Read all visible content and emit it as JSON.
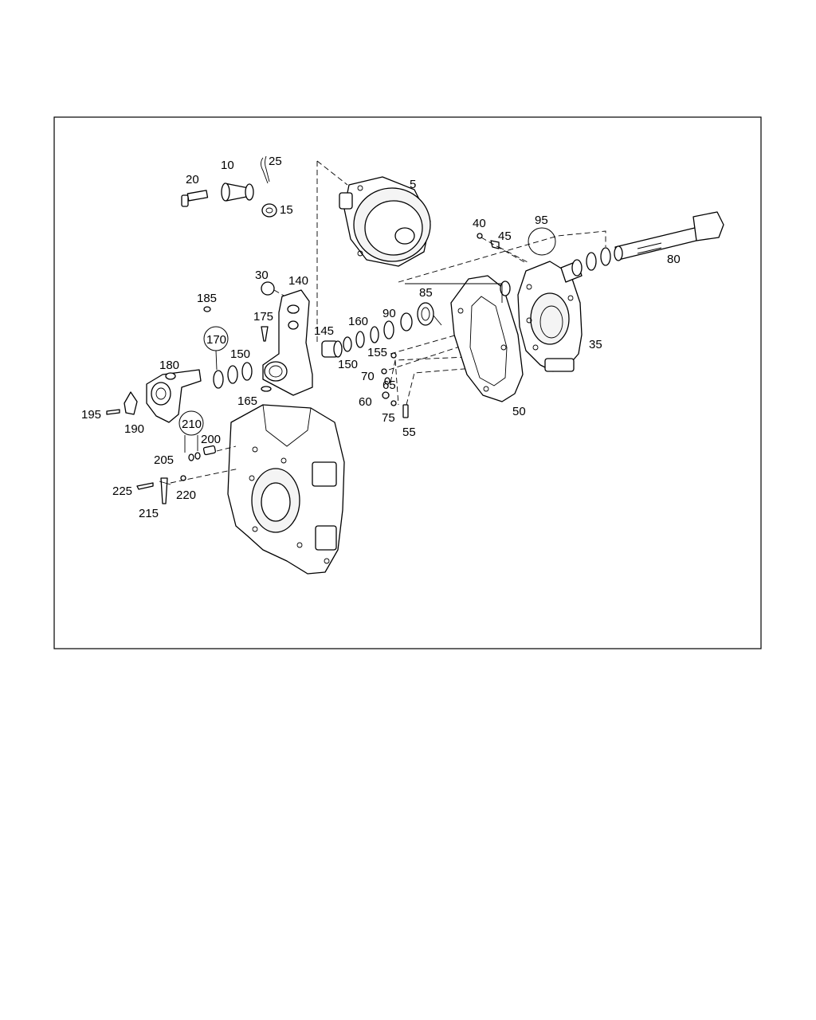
{
  "diagram": {
    "callouts": [
      {
        "id": "c5",
        "text": "5"
      },
      {
        "id": "c10",
        "text": "10"
      },
      {
        "id": "c15",
        "text": "15"
      },
      {
        "id": "c20",
        "text": "20"
      },
      {
        "id": "c25",
        "text": "25"
      },
      {
        "id": "c30",
        "text": "30"
      },
      {
        "id": "c35",
        "text": "35"
      },
      {
        "id": "c40",
        "text": "40"
      },
      {
        "id": "c45",
        "text": "45"
      },
      {
        "id": "c50",
        "text": "50"
      },
      {
        "id": "c55",
        "text": "55"
      },
      {
        "id": "c60",
        "text": "60"
      },
      {
        "id": "c65",
        "text": "65"
      },
      {
        "id": "c70",
        "text": "70"
      },
      {
        "id": "c75",
        "text": "75"
      },
      {
        "id": "c80",
        "text": "80"
      },
      {
        "id": "c85",
        "text": "85"
      },
      {
        "id": "c90",
        "text": "90"
      },
      {
        "id": "c95",
        "text": "95"
      },
      {
        "id": "c140",
        "text": "140"
      },
      {
        "id": "c145",
        "text": "145"
      },
      {
        "id": "c150a",
        "text": "150"
      },
      {
        "id": "c150b",
        "text": "150"
      },
      {
        "id": "c155",
        "text": "155"
      },
      {
        "id": "c160",
        "text": "160"
      },
      {
        "id": "c165",
        "text": "165"
      },
      {
        "id": "c170",
        "text": "170"
      },
      {
        "id": "c175",
        "text": "175"
      },
      {
        "id": "c180",
        "text": "180"
      },
      {
        "id": "c185",
        "text": "185"
      },
      {
        "id": "c190",
        "text": "190"
      },
      {
        "id": "c195",
        "text": "195"
      },
      {
        "id": "c200",
        "text": "200"
      },
      {
        "id": "c205",
        "text": "205"
      },
      {
        "id": "c210",
        "text": "210"
      },
      {
        "id": "c215",
        "text": "215"
      },
      {
        "id": "c220",
        "text": "220"
      },
      {
        "id": "c225",
        "text": "225"
      }
    ]
  }
}
